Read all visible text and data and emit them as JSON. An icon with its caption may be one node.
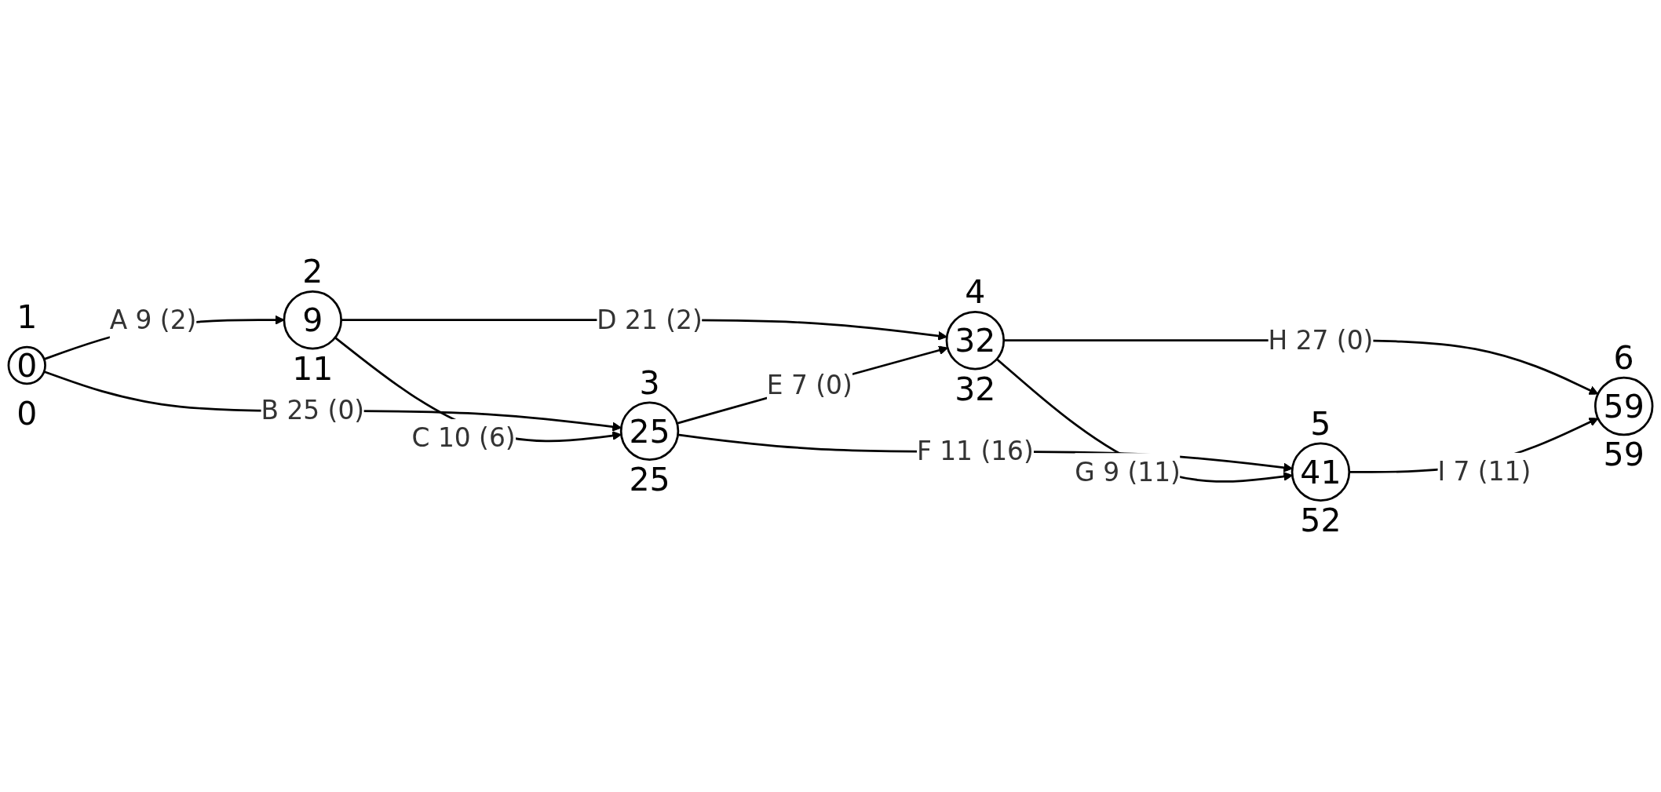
{
  "diagram": {
    "nodes": [
      {
        "text": [
          "1",
          "0",
          "0"
        ]
      },
      {
        "text": [
          "2",
          "9",
          "11"
        ]
      },
      {
        "text": [
          "3",
          "25",
          "25"
        ]
      },
      {
        "text": [
          "4",
          "32",
          "32"
        ]
      },
      {
        "text": [
          "5",
          "41",
          "52"
        ]
      },
      {
        "text": [
          "6",
          "59",
          "59"
        ]
      }
    ],
    "edges": [
      {
        "from": 0,
        "to": 1,
        "arrow": "to",
        "label": "A 9 (2)"
      },
      {
        "from": 0,
        "to": 2,
        "arrow": "to",
        "label": "B 25 (0)"
      },
      {
        "from": 1,
        "to": 2,
        "arrow": "to",
        "label": "C 10 (6)"
      },
      {
        "from": 1,
        "to": 3,
        "arrow": "to",
        "label": "D 21 (2)"
      },
      {
        "from": 2,
        "to": 3,
        "arrow": "to",
        "label": "E 7 (0)"
      },
      {
        "from": 2,
        "to": 4,
        "arrow": "to",
        "label": "F 11 (16)"
      },
      {
        "from": 3,
        "to": 4,
        "arrow": "to",
        "label": "G 9 (11)"
      },
      {
        "from": 3,
        "to": 5,
        "arrow": "to",
        "label": "H 27 (0)"
      },
      {
        "from": 4,
        "to": 5,
        "arrow": "to",
        "label": "I 7 (11)"
      }
    ]
  }
}
